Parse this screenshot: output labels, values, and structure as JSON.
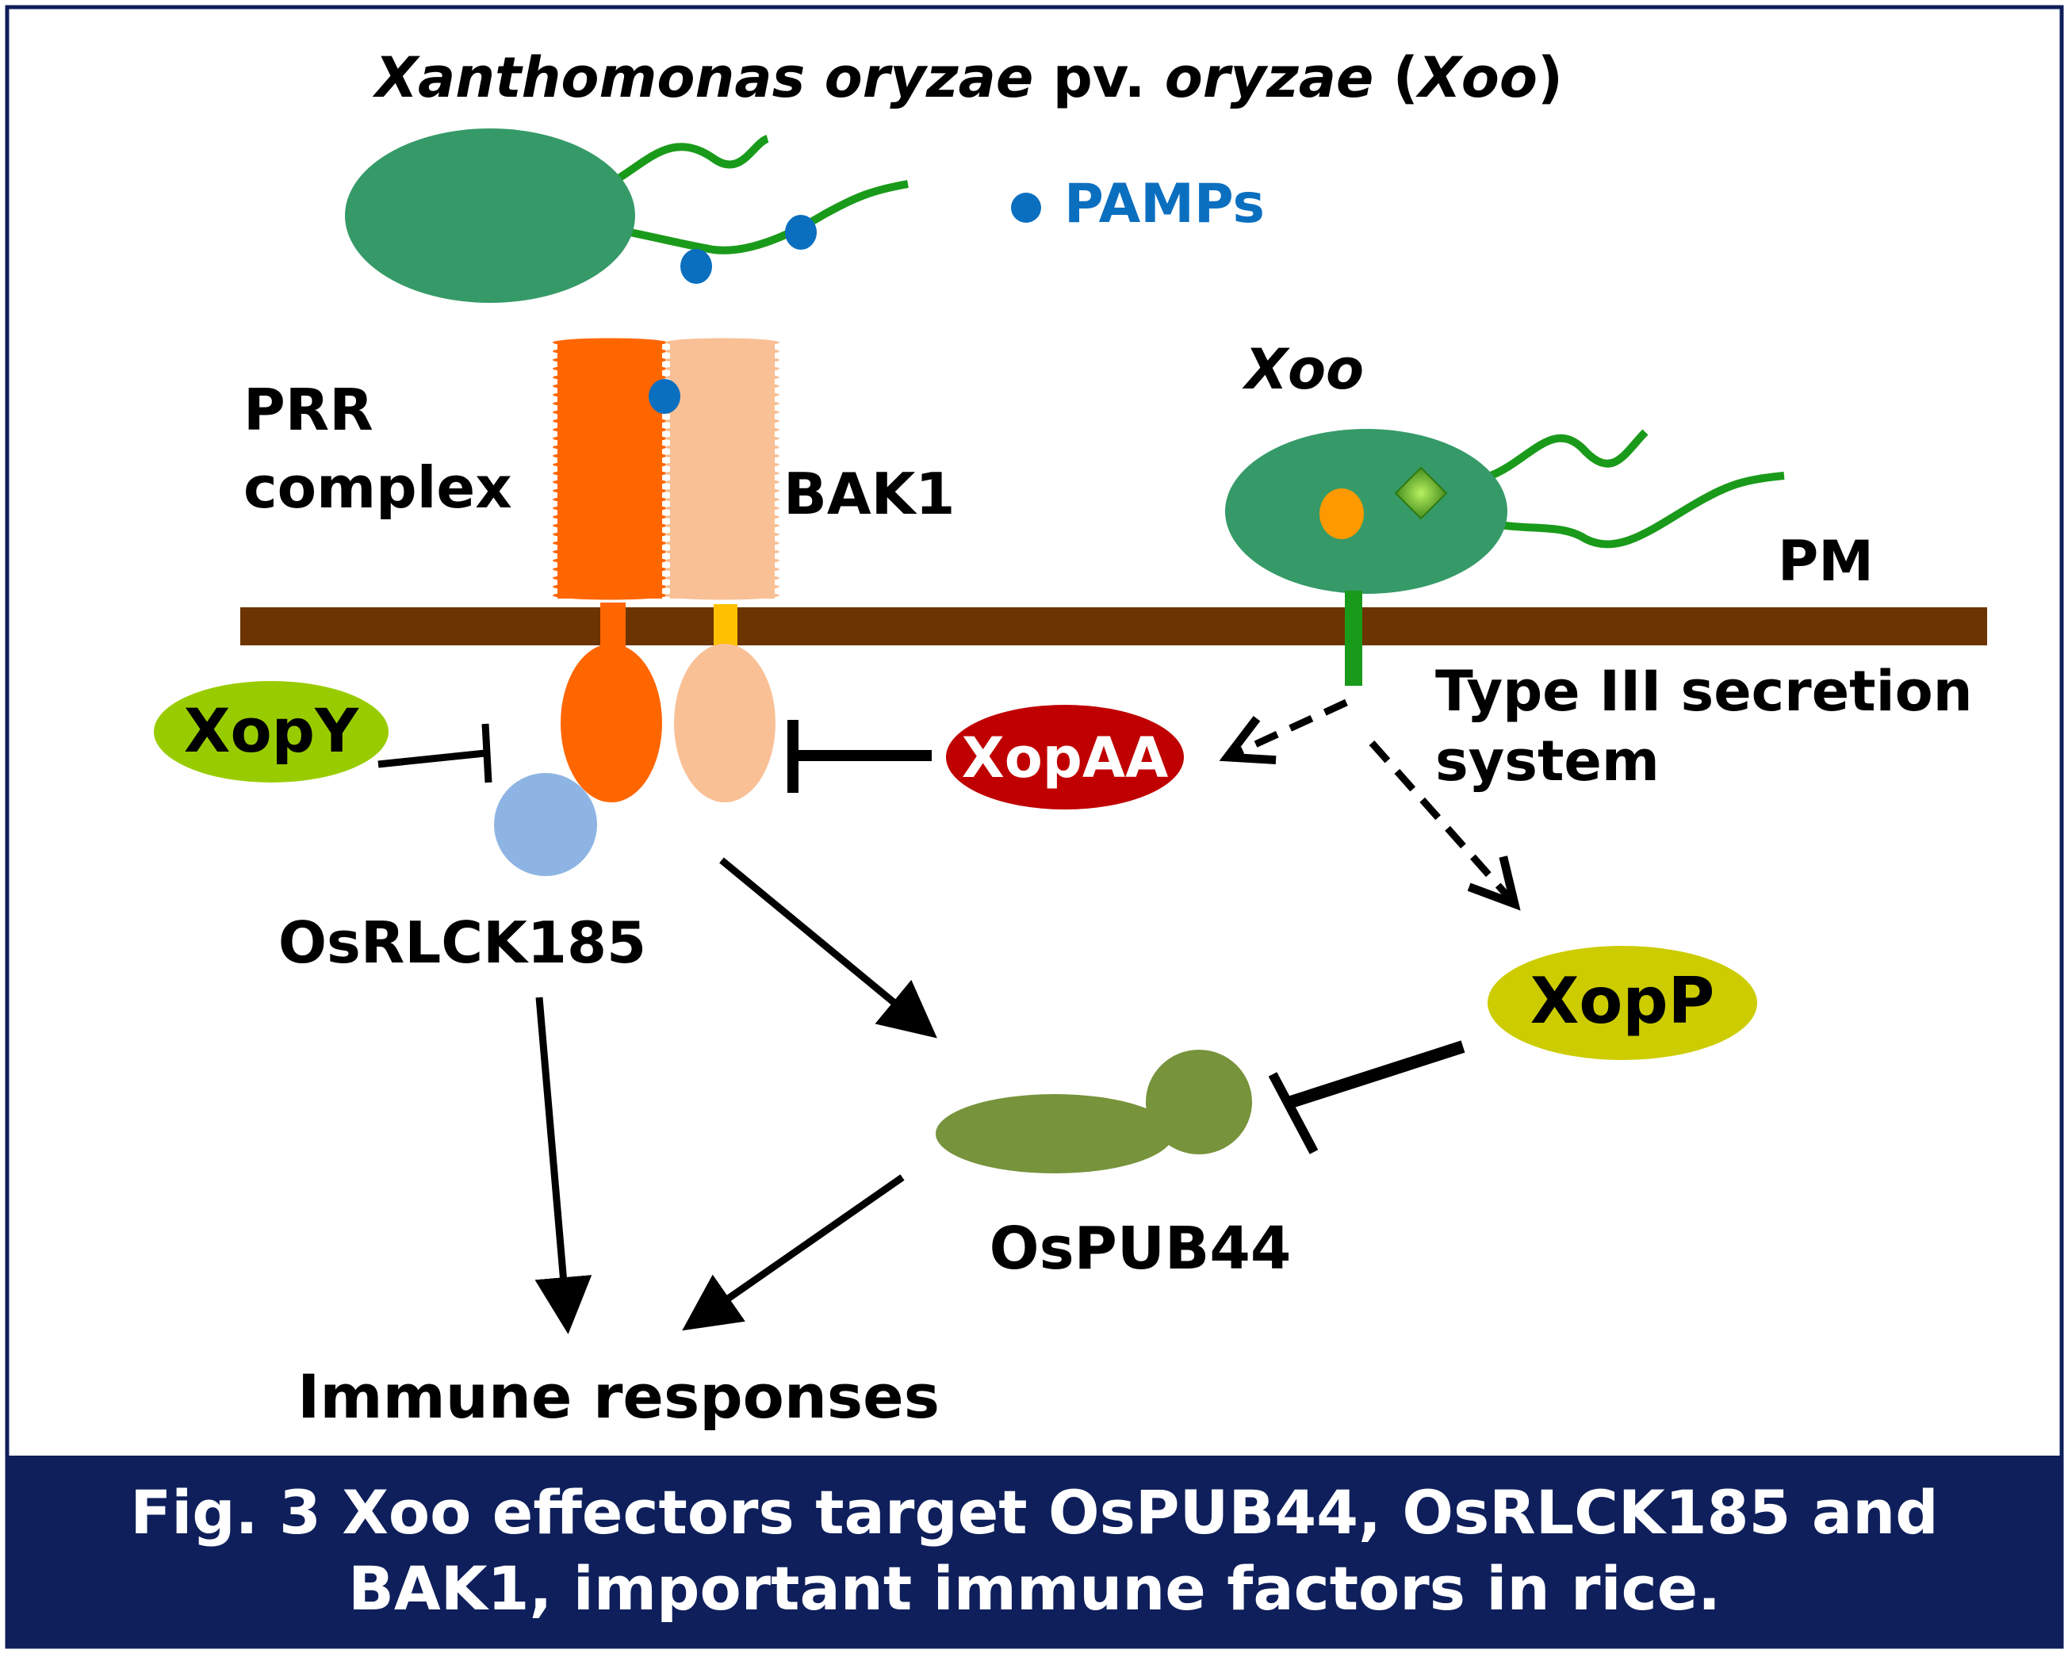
{
  "title": {
    "species_italic": "Xanthomonas oryzae",
    "pv": " pv. ",
    "variety_italic": "oryzae",
    "open": " (",
    "abbr_italic": "Xoo",
    "close": ")"
  },
  "labels": {
    "pamps": "PAMPs",
    "prr_line1": "PRR",
    "prr_line2": "complex",
    "bak1": "BAK1",
    "xoo": "Xoo",
    "pm": "PM",
    "t3ss_line1": "Type III secretion",
    "t3ss_line2": "system",
    "xopy": "XopY",
    "xopaa": "XopAA",
    "xopp": "XopP",
    "osrlck185": "OsRLCK185",
    "ospub44": "OsPUB44",
    "immune": "Immune responses"
  },
  "caption": {
    "line1": "Fig. 3  Xoo effectors target OsPUB44, OsRLCK185 and",
    "line2": "BAK1, important immune factors in rice."
  },
  "colors": {
    "bacterium": "#359a68",
    "flagellum": "#1a9a1a",
    "pamp": "#0b6fc0",
    "prr": "#ff6600",
    "bak1": "#f9c096",
    "membrane": "#6b3400",
    "xopy": "#99cc00",
    "xopaa": "#c00000",
    "xopp": "#cccc00",
    "osrlck185": "#8eb4e3",
    "ospub44": "#77933c",
    "caption_bg": "#0e1f5b"
  }
}
